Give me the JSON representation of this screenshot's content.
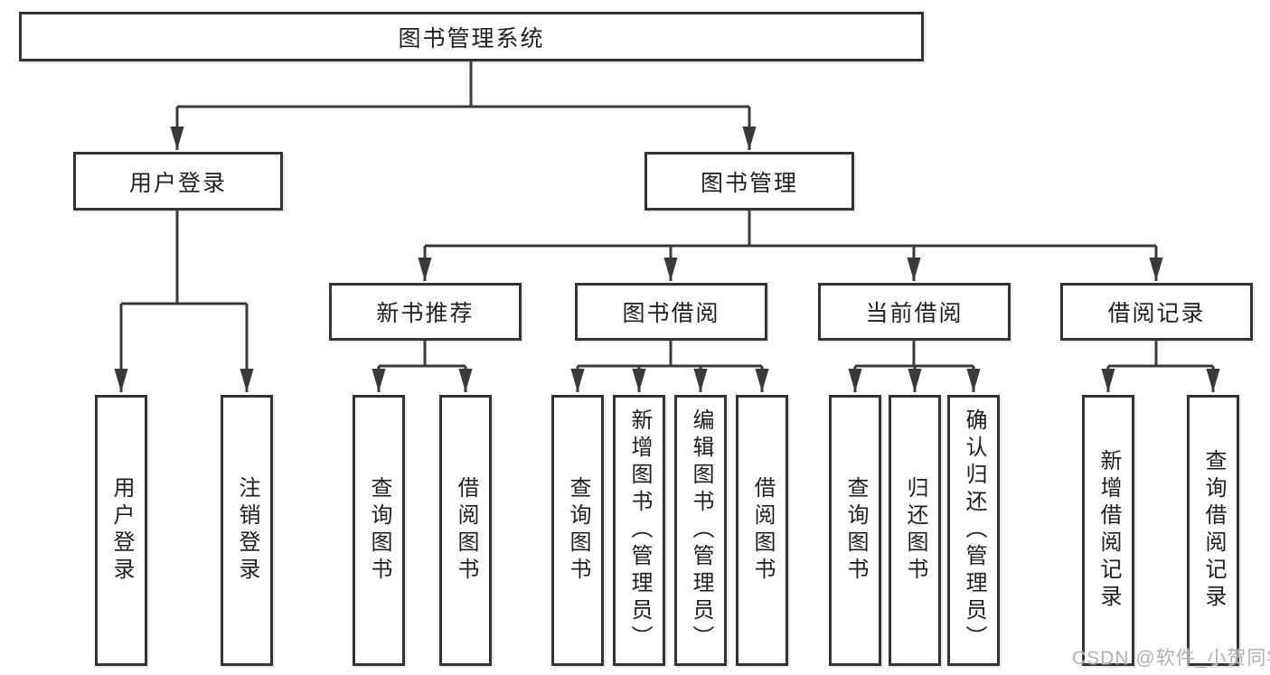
{
  "diagram": {
    "root_label": "图书管理系统",
    "groups": [
      {
        "label": "用户登录",
        "leaves": [
          "用户登录",
          "注销登录"
        ]
      },
      {
        "label": "图书管理",
        "subgroups": [
          {
            "label": "新书推荐",
            "leaves": [
              "查询图书",
              "借阅图书"
            ]
          },
          {
            "label": "图书借阅",
            "leaves": [
              "查询图书",
              "新增图书（管理员）",
              "编辑图书（管理员）",
              "借阅图书"
            ]
          },
          {
            "label": "当前借阅",
            "leaves": [
              "查询图书",
              "归还图书",
              "确认归还（管理员）"
            ]
          },
          {
            "label": "借阅记录",
            "leaves": [
              "新增借阅记录",
              "查询借阅记录"
            ]
          }
        ]
      }
    ]
  },
  "watermark": {
    "text": "CSDN @软件_小贺同学"
  },
  "colors": {
    "line": "#3a3a3a",
    "box_border": "#333333",
    "text": "#1f1f1f",
    "watermark": "#b2b2b2",
    "background": "#ffffff"
  }
}
